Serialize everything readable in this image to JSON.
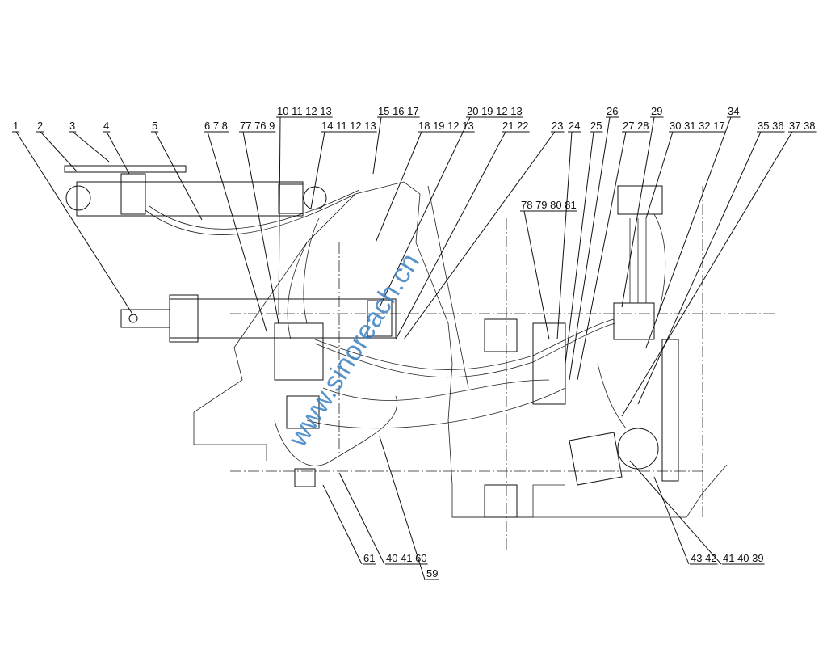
{
  "drawing": {
    "watermark": "www.sinoreach.cn",
    "top_callouts": [
      "1",
      "2",
      "3",
      "4",
      "5",
      "6 7 8",
      "77 76 9",
      "10 11 12 13",
      "14 11 12 13",
      "15 16 17",
      "18 19 12 13",
      "20 19 12 13",
      "21 22",
      "23",
      "24",
      "25",
      "26",
      "27 28",
      "29",
      "30 31 32 17",
      "34",
      "35 36",
      "37 38"
    ],
    "mid_callouts": [
      "78 79 80 81"
    ],
    "bottom_callouts": [
      "61",
      "40 41 60",
      "59",
      "43 42",
      "41 40 39"
    ]
  }
}
